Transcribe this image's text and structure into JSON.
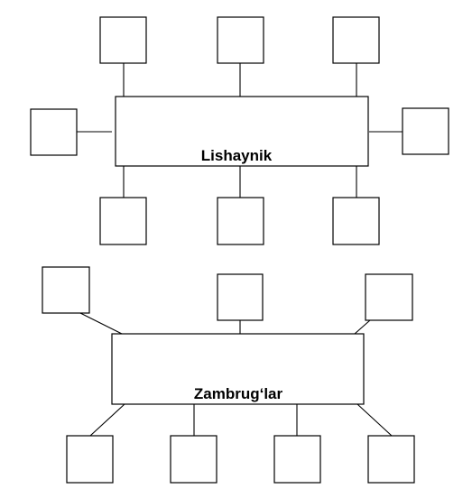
{
  "diagrams": [
    {
      "center_label": "Lishaynik",
      "empty_boxes": 8
    },
    {
      "center_label": "Zambrug‘lar",
      "empty_boxes": 7
    }
  ]
}
